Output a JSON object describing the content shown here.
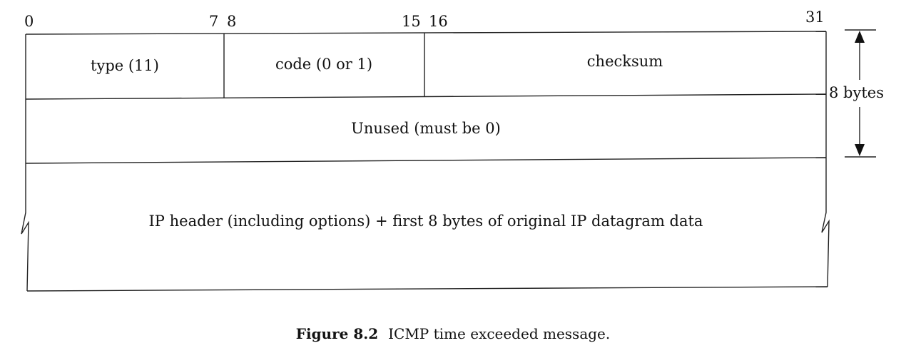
{
  "bit_labels": {
    "b0": "0",
    "b7": "7",
    "b8": "8",
    "b15": "15",
    "b16": "16",
    "b31": "31"
  },
  "fields": {
    "type": "type (11)",
    "code": "code (0 or 1)",
    "checksum": "checksum",
    "unused": "Unused (must be 0)",
    "ip_header": "IP header (including options) + first 8 bytes of original IP datagram data"
  },
  "size_annotation": "8 bytes",
  "caption": {
    "number": "Figure 8.2",
    "text": "ICMP time exceeded message."
  }
}
